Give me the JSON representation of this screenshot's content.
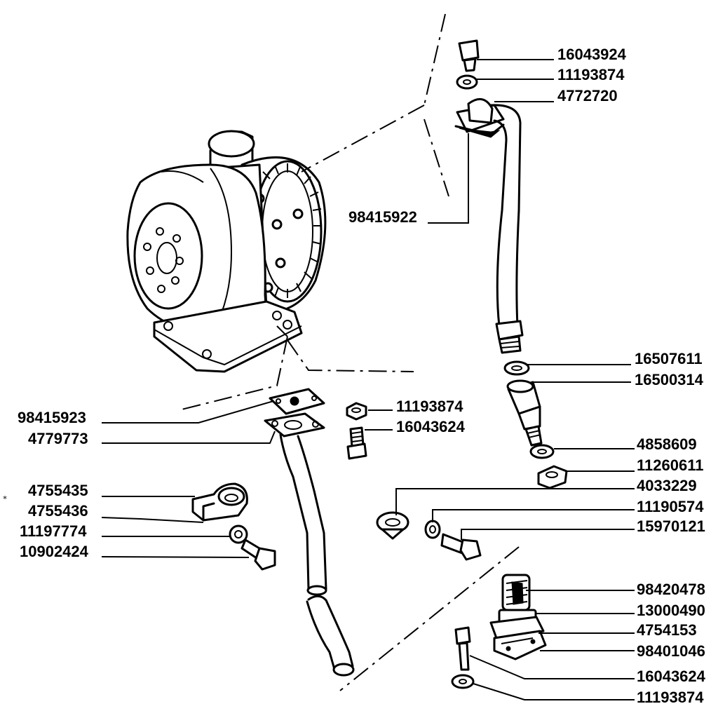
{
  "labels": {
    "p16043924_top": "16043924",
    "p11193874_top": "11193874",
    "p4772720": "4772720",
    "p98415922": "98415922",
    "p16507611": "16507611",
    "p16500314": "16500314",
    "p4858609": "4858609",
    "p11260611": "11260611",
    "p4033229": "4033229",
    "p11190574": "11190574",
    "p15970121": "15970121",
    "p98420478": "98420478",
    "p13000490": "13000490",
    "p4754153": "4754153",
    "p98401046": "98401046",
    "p16043624_bottom": "16043624",
    "p11193874_bottom": "11193874",
    "p98415923": "98415923",
    "p4779773": "4779773",
    "p11193874_mid": "11193874",
    "p16043624_mid": "16043624",
    "p4755435": "4755435",
    "p4755436": "4755436",
    "p11197774": "11197774",
    "p10902424": "10902424"
  }
}
